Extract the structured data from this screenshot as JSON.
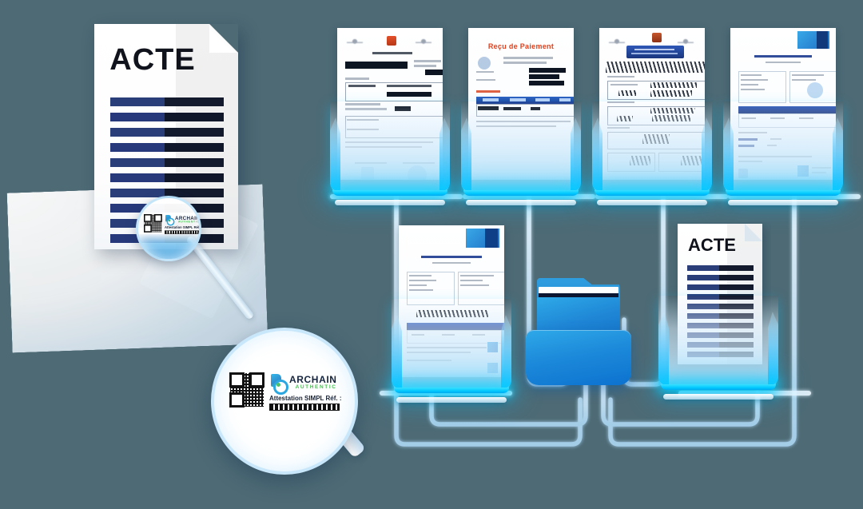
{
  "scene": {
    "title": "ARCHAIN Authentic document certification diagram",
    "background_color": "#4d6a75",
    "accent_cyan": "#00c8ff",
    "accent_blue": "#1d8ada",
    "ink_navy": "#1b2f63"
  },
  "hero_document": {
    "title": "ACTE",
    "type": "official-act-document",
    "body_line_count": 10,
    "fold_corner": "top-right"
  },
  "stamp": {
    "brand_name": "ARCHAIN",
    "brand_tagline": "AUTHENTIC",
    "reference_label": "Attestation SIMPL Réf. :",
    "reference_value": "■■■■■■■■■■■■■■■",
    "qr_alt": "qr-code",
    "logo_colors": {
      "doc": "#2f8fd0",
      "ring": "#2aa7e0",
      "dot": "#49c06a",
      "text": "#15243f",
      "tagline": "#46c150"
    }
  },
  "magnifier": {
    "small_label": "magnifier-small-over-stamp",
    "large_label": "magnifier-large-zoom-view"
  },
  "trays": {
    "glow_color": "#00c8ff",
    "row_top": [
      {
        "id": "tray-1",
        "document": {
          "name": "attestation-fiscale",
          "title": "",
          "header_style": "two-crests-and-emblem",
          "has_table": true,
          "has_qr_seal": true
        }
      },
      {
        "id": "tray-2",
        "document": {
          "name": "recu-de-paiement",
          "title": "Reçu de Paiement",
          "title_color": "#e2401c",
          "header_style": "centered-red-title",
          "has_table": true,
          "table_header_color": "#1b3e92"
        }
      },
      {
        "id": "tray-3",
        "document": {
          "name": "acte-arabe",
          "title": "",
          "header_style": "blue-banner-with-crests",
          "has_table": true,
          "has_signature_scribbles": true
        }
      },
      {
        "id": "tray-4",
        "document": {
          "name": "attestation-bleue",
          "title": "",
          "header_style": "blue-logo-top-right",
          "has_table": true,
          "table_header_color": "#1b367e"
        }
      }
    ],
    "row_bottom": [
      {
        "id": "tray-5",
        "document": {
          "name": "attestation-bleue-2",
          "title": "",
          "header_style": "blue-logo-top-right",
          "has_table": true
        }
      },
      {
        "id": "tray-6",
        "document": {
          "name": "acte-small",
          "title": "ACTE",
          "body_line_count": 10,
          "fold_corner": "top-right"
        }
      }
    ]
  },
  "folder": {
    "name": "document-folder",
    "label": "",
    "colors": {
      "front": "#1d8ada",
      "back": "#1f7fd0",
      "sheet": "#ffffff",
      "sheet_edge": "#0d1630"
    }
  },
  "connectors": {
    "name": "circuit-tree",
    "line_color": "#cfe6f8",
    "style": "rounded-orthogonal",
    "branch_count": 6
  }
}
